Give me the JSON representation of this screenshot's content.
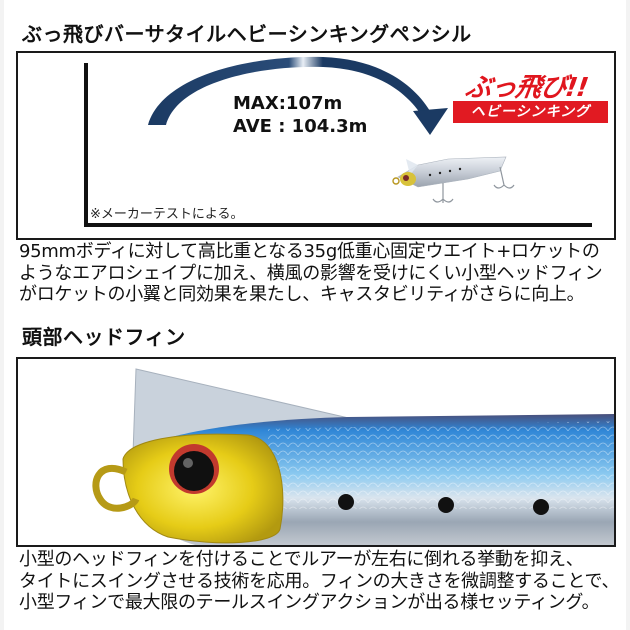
{
  "section1": {
    "title": "ぶっ飛びバーサタイルヘビーシンキングペンシル",
    "figure": {
      "max_label": "MAX:107m",
      "ave_label": "AVE : 104.3m",
      "note": "※メーカーテストによる。",
      "badge_headline": "ぶっ飛び!!",
      "badge_sub": "ヘビーシンキング",
      "colors": {
        "arrow": "#1b3a63",
        "badge_red": "#e11a22",
        "axis": "#111111"
      }
    },
    "description": [
      "95mmボディに対して高比重となる35g低重心固定ウエイト+ロケットの",
      "ようなエアロシェイプに加え、横風の影響を受けにくい小型ヘッドフィン",
      "がロケットの小翼と同効果を果たし、キャスタビリティがさらに向上。"
    ]
  },
  "section2": {
    "title": "頭部ヘッドフィン",
    "figure": {
      "colors": {
        "head": "#e8d21c",
        "back": "#3c8fd6",
        "belly": "#c8ccd2",
        "fin": "#c9d2dc"
      }
    },
    "description": [
      "小型のヘッドフィンを付けることでルアーが左右に倒れる挙動を抑え、",
      "タイトにスイングさせる技術を応用。フィンの大きさを微調整することで、",
      "小型フィンで最大限のテールスイングアクションが出る様セッティング。"
    ]
  }
}
